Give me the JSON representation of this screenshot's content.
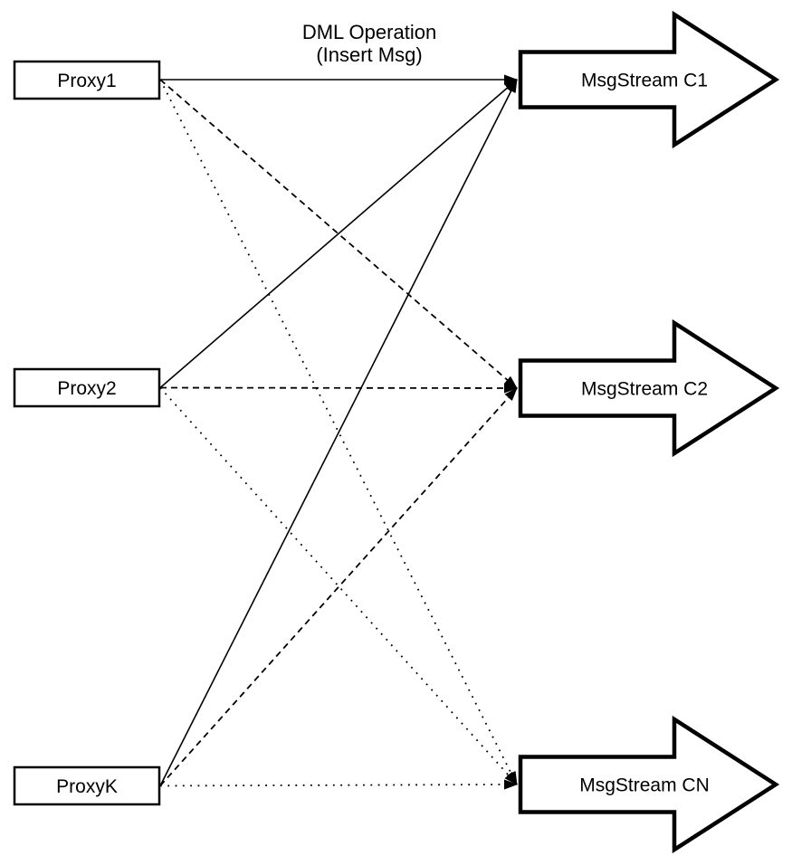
{
  "diagram": {
    "annotation": {
      "line1": "DML Operation",
      "line2": "(Insert Msg)"
    },
    "proxies": [
      {
        "id": "proxy1",
        "label": "Proxy1"
      },
      {
        "id": "proxy2",
        "label": "Proxy2"
      },
      {
        "id": "proxyk",
        "label": "ProxyK"
      }
    ],
    "streams": [
      {
        "id": "stream1",
        "label": "MsgStream C1"
      },
      {
        "id": "stream2",
        "label": "MsgStream C2"
      },
      {
        "id": "stream3",
        "label": "MsgStream CN"
      }
    ],
    "edges": [
      {
        "from": "proxy1",
        "to": "stream1",
        "style": "solid"
      },
      {
        "from": "proxy1",
        "to": "stream2",
        "style": "dashed"
      },
      {
        "from": "proxy1",
        "to": "stream3",
        "style": "dotted"
      },
      {
        "from": "proxy2",
        "to": "stream1",
        "style": "solid"
      },
      {
        "from": "proxy2",
        "to": "stream2",
        "style": "dashed"
      },
      {
        "from": "proxy2",
        "to": "stream3",
        "style": "dotted"
      },
      {
        "from": "proxyk",
        "to": "stream1",
        "style": "solid"
      },
      {
        "from": "proxyk",
        "to": "stream2",
        "style": "dashed"
      },
      {
        "from": "proxyk",
        "to": "stream3",
        "style": "dotted"
      }
    ],
    "colors": {
      "background": "#ffffff",
      "shape_fill": "#ffffff",
      "shape_stroke": "#000000",
      "line": "#000000",
      "text": "#000000"
    }
  }
}
